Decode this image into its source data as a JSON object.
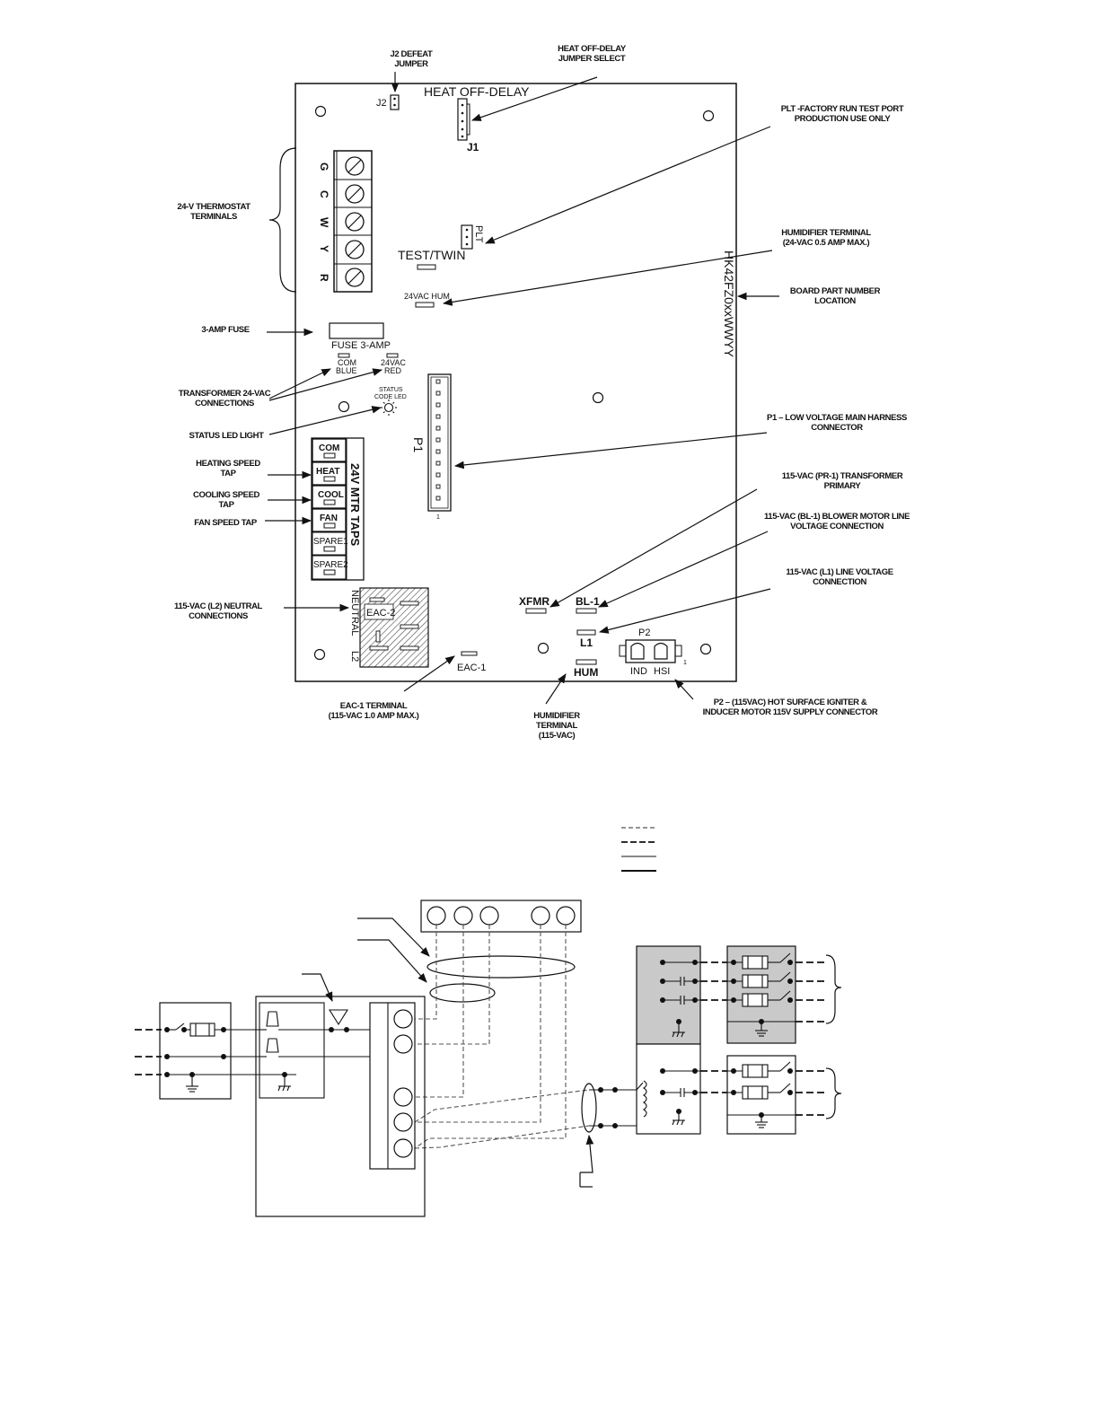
{
  "callouts": {
    "j2_defeat": [
      "J2 DEFEAT",
      "JUMPER"
    ],
    "heat_off_delay_select": [
      "HEAT OFF-DELAY",
      "JUMPER SELECT"
    ],
    "plt": [
      "PLT -FACTORY RUN TEST PORT",
      "PRODUCTION USE ONLY"
    ],
    "thermostat": [
      "24-V THERMOSTAT",
      "TERMINALS"
    ],
    "humidifier_24": [
      "HUMIDIFIER TERMINAL",
      "(24-VAC 0.5 AMP MAX.)"
    ],
    "board_part": [
      "BOARD PART NUMBER",
      "LOCATION"
    ],
    "fuse": [
      "3-AMP FUSE"
    ],
    "transformer": [
      "TRANSFORMER 24-VAC",
      "CONNECTIONS"
    ],
    "status_led": [
      "STATUS LED LIGHT"
    ],
    "p1": [
      "P1 – LOW VOLTAGE MAIN HARNESS",
      "CONNECTOR"
    ],
    "heating_tap": [
      "HEATING SPEED",
      "TAP"
    ],
    "cooling_tap": [
      "COOLING SPEED",
      "TAP"
    ],
    "fan_tap": [
      "FAN SPEED TAP"
    ],
    "pr1": [
      "115-VAC (PR-1) TRANSFORMER",
      "PRIMARY"
    ],
    "bl1": [
      "115-VAC (BL-1) BLOWER MOTOR LINE",
      "VOLTAGE  CONNECTION"
    ],
    "l1": [
      "115-VAC (L1) LINE VOLTAGE",
      "CONNECTION"
    ],
    "neutral": [
      "115-VAC (L2) NEUTRAL",
      "CONNECTIONS"
    ],
    "eac1": [
      "EAC-1 TERMINAL",
      "(115-VAC 1.0 AMP MAX.)"
    ],
    "humidifier_115": [
      "HUMIDIFIER",
      "TERMINAL",
      "(115-VAC)"
    ],
    "p2": [
      "P2 – (115VAC) HOT SURFACE IGNITER &",
      "INDUCER MOTOR 115V SUPPLY CONNECTOR"
    ]
  },
  "board": {
    "heat_off_delay": "HEAT OFF-DELAY",
    "j2": "J2",
    "j1": "J1",
    "plt": "PLT",
    "test_twin": "TEST/TWIN",
    "hum24": "24VAC HUM",
    "part_number": "HK42FZ0xxWWYY",
    "terminals": [
      "G",
      "C",
      "W",
      "Y",
      "R"
    ],
    "fuse": "FUSE 3-AMP",
    "com_blue": [
      "COM",
      "BLUE"
    ],
    "vac_red": [
      "24VAC",
      "RED"
    ],
    "status_code_led": [
      "STATUS",
      "CODE LED"
    ],
    "p1": "P1",
    "p1_pin": "1",
    "mtr_taps_title": "24V MTR TAPS",
    "taps": [
      "COM",
      "HEAT",
      "COOL",
      "FAN",
      "SPARE1",
      "SPARE2"
    ],
    "xfmr": "XFMR",
    "bl1": "BL-1",
    "l1": "L1",
    "hum": "HUM",
    "p2": "P2",
    "ind": "IND",
    "hsi": "HSI",
    "p2_pin": "1",
    "neutral": "NEUTRAL",
    "eac2": "EAC-2",
    "l2": "L2",
    "eac1": "EAC-1"
  },
  "colors": {
    "ink": "#111111",
    "hatch": "#555555",
    "shade": "#c9c9c9"
  }
}
